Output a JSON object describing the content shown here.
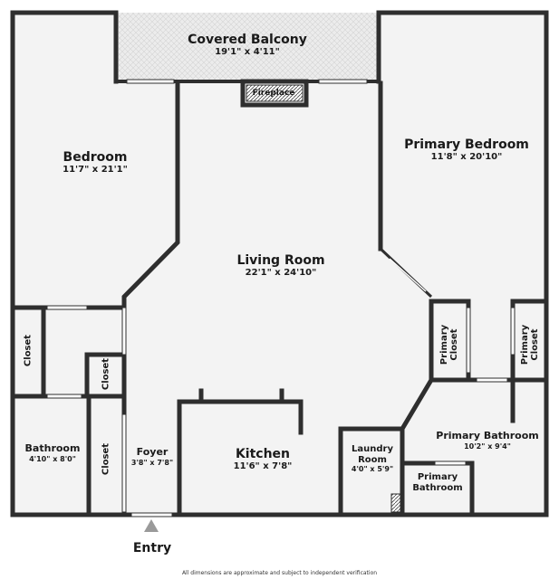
{
  "rooms": {
    "balcony": {
      "name": "Covered Balcony",
      "dims": "19'1\" x 4'11\""
    },
    "fireplace": {
      "name": "Fireplace"
    },
    "bedroom": {
      "name": "Bedroom",
      "dims": "11'7\" x 21'1\""
    },
    "primary_bedroom": {
      "name": "Primary Bedroom",
      "dims": "11'8\" x 20'10\""
    },
    "living_room": {
      "name": "Living Room",
      "dims": "22'1\" x 24'10\""
    },
    "closet_left": {
      "name": "Closet"
    },
    "closet_inner": {
      "name": "Closet"
    },
    "closet_foyer": {
      "name": "Closet"
    },
    "primary_closet_1": {
      "name": "Primary Closet"
    },
    "primary_closet_2": {
      "name": "Primary Closet"
    },
    "bathroom": {
      "name": "Bathroom",
      "dims": "4'10\" x 8'0\""
    },
    "foyer": {
      "name": "Foyer",
      "dims": "3'8\" x 7'8\""
    },
    "kitchen": {
      "name": "Kitchen",
      "dims": "11'6\" x 7'8\""
    },
    "laundry": {
      "name": "Laundry Room",
      "dims": "4'0\" x 5'9\""
    },
    "primary_bathroom": {
      "name": "Primary Bathroom",
      "dims": "10'2\" x 9'4\""
    },
    "primary_bathroom_wc": {
      "name": "Primary Bathroom"
    }
  },
  "entry": {
    "label": "Entry"
  },
  "footnote": "All dimensions are approximate and subject to independent verification",
  "colors": {
    "wall": "#2e2e2e",
    "floor": "#f3f3f3",
    "balcony": "#e9e9e9",
    "window": "#ffffff"
  }
}
